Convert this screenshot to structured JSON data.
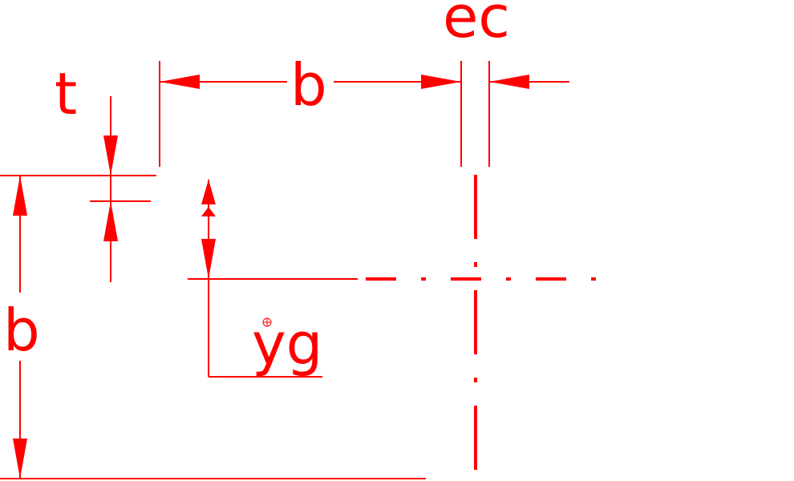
{
  "colors": {
    "line": "#ff0000",
    "background": "#ffffff"
  },
  "labels": {
    "ec": "ec",
    "b_top": "b",
    "t": "t",
    "b_left": "b",
    "yg": "yg"
  }
}
